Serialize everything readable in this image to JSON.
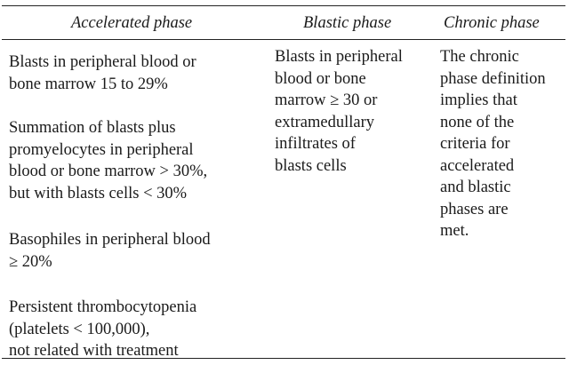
{
  "table": {
    "headers": [
      "Accelerated phase",
      "Blastic phase",
      "Chronic phase"
    ],
    "accelerated": [
      {
        "lines": [
          "Blasts in peripheral blood or",
          "bone marrow 15 to 29%"
        ]
      },
      {
        "lines": [
          "Summation of blasts plus",
          "promyelocytes in peripheral",
          "blood or bone marrow > 30%,",
          "but with blasts cells < 30%"
        ]
      },
      {
        "lines": [
          "Basophiles in peripheral blood",
          "≥ 20%"
        ]
      },
      {
        "lines": [
          "Persistent thrombocytopenia",
          "(platelets < 100,000),",
          "not related with treatment"
        ]
      }
    ],
    "blastic": {
      "lines": [
        "Blasts in peripheral",
        "blood or bone",
        "marrow ≥ 30 or",
        "extramedullary",
        "infiltrates of",
        "blasts cells"
      ]
    },
    "chronic": {
      "lines": [
        "The chronic",
        "phase definition",
        "implies that",
        "none of the",
        "criteria for",
        "accelerated",
        "and blastic",
        "phases are",
        "met."
      ]
    }
  }
}
